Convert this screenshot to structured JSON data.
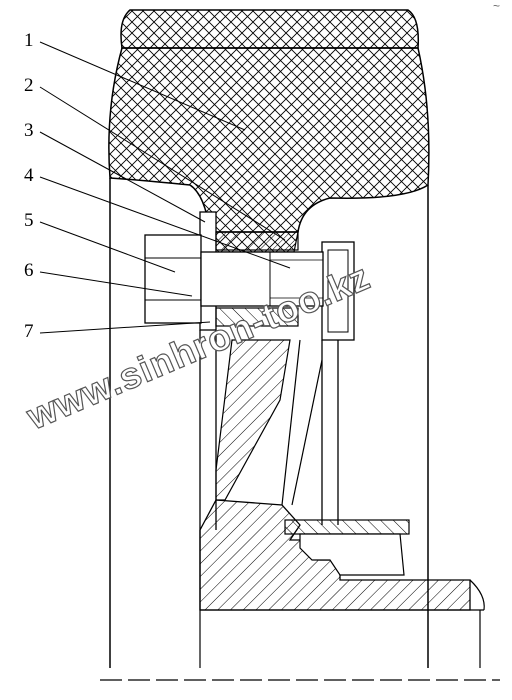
{
  "diagram": {
    "callouts": [
      {
        "id": "1",
        "text": "1"
      },
      {
        "id": "2",
        "text": "2"
      },
      {
        "id": "3",
        "text": "3"
      },
      {
        "id": "4",
        "text": "4"
      },
      {
        "id": "5",
        "text": "5"
      },
      {
        "id": "6",
        "text": "6"
      },
      {
        "id": "7",
        "text": "7"
      }
    ],
    "watermark": "www.sinhron-too.kz",
    "corner_mark": "~"
  },
  "colors": {
    "line": "#000000",
    "background": "#ffffff",
    "watermark_outline": "#555555"
  }
}
